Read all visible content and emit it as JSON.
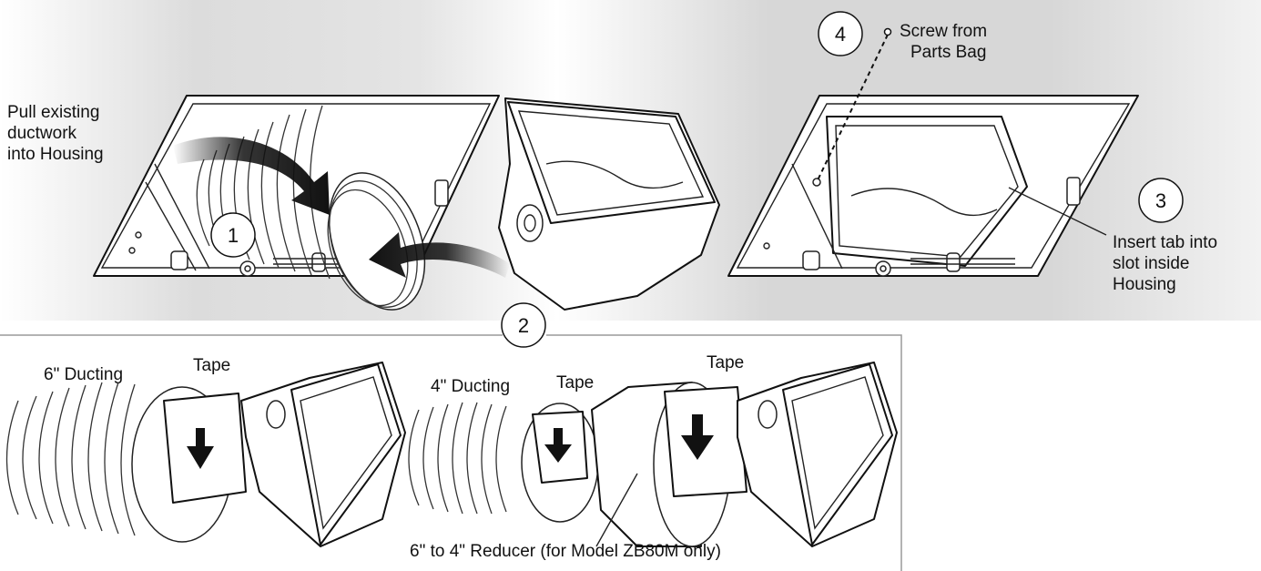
{
  "steps": [
    {
      "number": "1"
    },
    {
      "number": "2"
    },
    {
      "number": "3"
    },
    {
      "number": "4"
    }
  ],
  "labels": {
    "pull_ductwork_line1": "Pull existing",
    "pull_ductwork_line2": "ductwork",
    "pull_ductwork_line3": "into Housing",
    "screw_line1": "Screw from",
    "screw_line2": "Parts Bag",
    "insert_tab_line1": "Insert tab into",
    "insert_tab_line2": "slot inside",
    "insert_tab_line3": "Housing",
    "ducting_6in": "6\" Ducting",
    "tape_left": "Tape",
    "ducting_4in": "4\" Ducting",
    "tape_middle": "Tape",
    "tape_right": "Tape",
    "reducer": "6\" to 4\" Reducer (for Model ZB80M only)"
  },
  "colors": {
    "background_gradient_dark": "#d0d0d0",
    "background_light": "#ffffff",
    "line": "#111111",
    "arrow_dark": "#111111",
    "frame": "#9a9a9a"
  }
}
